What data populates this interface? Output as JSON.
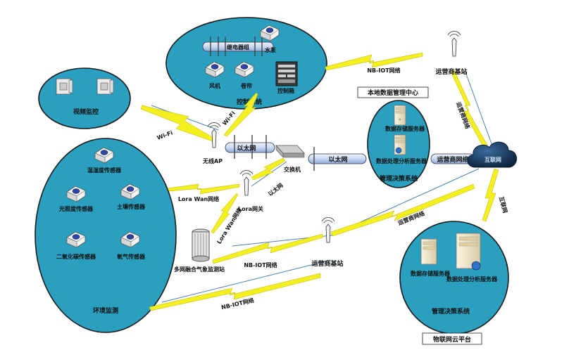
{
  "labels": {
    "control_system": "控制系统",
    "relay_group": "继电器组",
    "water_pump": "水泵",
    "fan": "风机",
    "shade": "卷帘",
    "control_box": "控制箱",
    "video_monitor": "视频监控",
    "env_monitor": "环境监测",
    "temp_humidity": "温湿度传感器",
    "light_sensor": "光照度传感器",
    "soil_sensor": "土壤传感器",
    "co2_sensor": "二氧化碳传感器",
    "o2_sensor": "氧气传感器",
    "gas_station": "多网融合气象监测站",
    "wifi_1": "Wi-Fi",
    "wifi_2": "Wi-Fi",
    "wireless_ap": "无线AP",
    "ethernet_1": "以太网",
    "ethernet_2": "以太网",
    "ethernet_3": "以太网",
    "switch": "交换机",
    "lora_wan": "Lora Wan网络",
    "lora_gateway": "Lora网关",
    "lora_wan_2": "Lora Wan网络",
    "nb_iot_1": "NB-IOT网络",
    "nb_iot_2": "NB-IOT网络",
    "nb_iot_3": "NB-IOT网络",
    "carrier_station_top": "运营商基站",
    "carrier_station_mid": "运营商基站",
    "local_center": "本地数据管理中心",
    "storage_server_1": "数据存储服务器",
    "analysis_server_1": "数据处理分析服务器",
    "decision_system_1": "管理决策系统",
    "carrier_net_1": "运营商网络",
    "carrier_net_2": "运营商网络",
    "carrier_net_3": "运营商网络",
    "internet_cloud": "互联网",
    "internet_2": "互联网",
    "storage_server_2": "数据存储服务器",
    "analysis_server_2": "数据处理分析服务器",
    "decision_system_2": "管理决策系统",
    "cloud_platform": "物联网云平台"
  },
  "colors": {
    "ellipse_fill": "#2a9fbf",
    "bolt": "#f4ef1e",
    "cloud": "#1f3f66",
    "pipe": "#c9d8f2"
  }
}
